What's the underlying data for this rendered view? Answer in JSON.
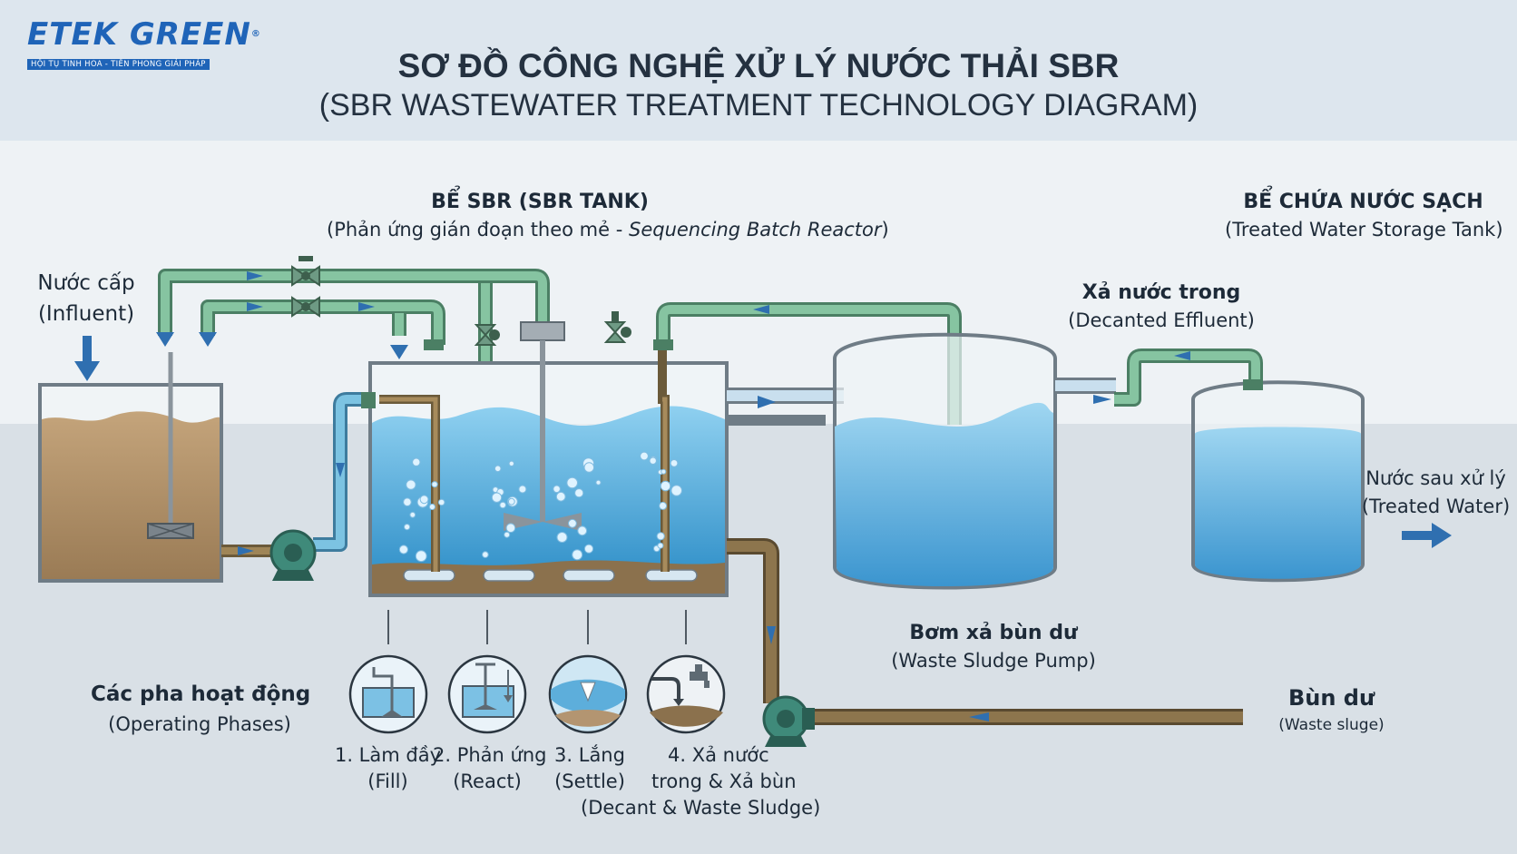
{
  "logo": {
    "name": "ETEK GREEN",
    "registered": "®",
    "tagline": "HỘI TỤ TINH HOA - TIÊN PHONG GIẢI PHÁP"
  },
  "title": {
    "line1": "SƠ ĐỒ CÔNG NGHỆ XỬ LÝ NƯỚC THẢI SBR",
    "line2": "(SBR WASTEWATER TREATMENT TECHNOLOGY DIAGRAM)"
  },
  "sbr_tank": {
    "title": "BỂ SBR (SBR TANK)",
    "subtitle_prefix": "(Phản ứng gián đoạn theo mẻ - ",
    "subtitle_italic": "Sequencing Batch Reactor",
    "subtitle_suffix": ")"
  },
  "storage_tank": {
    "title": "BỂ CHỨA NƯỚC SẠCH",
    "subtitle": "(Treated Water Storage Tank)"
  },
  "influent": {
    "line1": "Nước cấp",
    "line2": "(Influent)"
  },
  "decant": {
    "title": "Xả nước trong",
    "subtitle": "(Decanted Effluent)"
  },
  "treated_water": {
    "line1": "Nước sau xử lý",
    "line2": "(Treated Water)"
  },
  "waste_pump": {
    "title": "Bơm xả bùn dư",
    "subtitle": "(Waste Sludge Pump)"
  },
  "waste_sludge": {
    "title": "Bùn dư",
    "subtitle": "(Waste sluge)"
  },
  "phases": {
    "title": "Các pha hoạt động",
    "subtitle": "(Operating Phases)",
    "items": [
      {
        "line1": "1. Làm đầy",
        "line2": "(Fill)"
      },
      {
        "line1": "2. Phản ứng",
        "line2": "(React)"
      },
      {
        "line1": "3. Lắng",
        "line2": "(Settle)"
      },
      {
        "line1": "4. Xả nước",
        "line2": "trong & Xả bùn",
        "line3": "(Decant & Waste Sludge)"
      }
    ]
  },
  "colors": {
    "pipe_green": "#5e9a7c",
    "pipe_brown": "#776441",
    "water_blue": "#4aa3d6",
    "sludge_brown": "#b5946b",
    "arrow_blue": "#2f6fb0",
    "brand_blue": "#1f64b8"
  }
}
